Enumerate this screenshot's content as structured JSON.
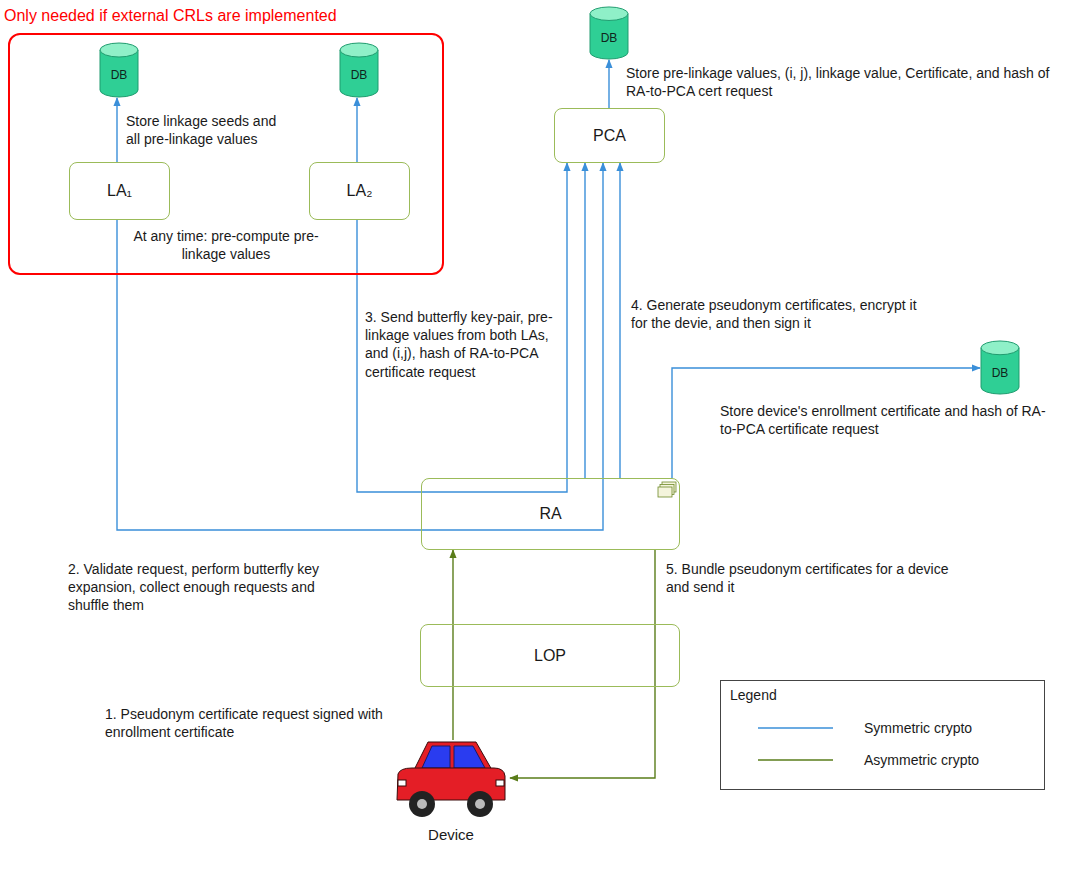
{
  "diagram": {
    "nodes": [
      {
        "text": [
          "Only needed if external CRLs are implemented",
          "At any time: pre-compute pre-linkage values"
        ]
      },
      {
        "text": [
          "DB"
        ],
        "in": 0
      },
      {
        "text": [
          "DB"
        ],
        "in": 0
      },
      {
        "text": [
          "LA₁"
        ],
        "in": 0
      },
      {
        "text": [
          "LA₂"
        ],
        "in": 0
      },
      {
        "text": [
          "DB"
        ]
      },
      {
        "text": [
          "PCA"
        ]
      },
      {
        "text": [
          "DB"
        ]
      },
      {
        "text": [
          "RA"
        ]
      },
      {
        "text": [
          "LOP"
        ]
      },
      {
        "text": [
          "Device"
        ]
      }
    ],
    "edges": [
      {
        "from": 3,
        "to": 1,
        "arrow": "to",
        "label": "Store linkage seeds and all pre-linkage values"
      },
      {
        "from": 4,
        "to": 2,
        "arrow": "to"
      },
      {
        "from": 6,
        "to": 5,
        "arrow": "to",
        "label": "Store pre-linkage values, (i, j), linkage value, Certificate, and hash of RA-to-PCA cert request"
      },
      {
        "from": 3,
        "to": 6,
        "arrow": "to"
      },
      {
        "from": 4,
        "to": 6,
        "arrow": "to"
      },
      {
        "from": 8,
        "to": 6,
        "arrow": "to",
        "label": "3. Send butterfly key-pair, pre-linkage values from both LAs, and (i,j), hash of RA-to-PCA certificate request"
      },
      {
        "from": 8,
        "to": 6,
        "arrow": "to",
        "label": "4. Generate pseudonym certificates, encrypt it for the devie, and then sign it"
      },
      {
        "from": 8,
        "to": 7,
        "arrow": "to",
        "label": "Store device's enrollment certificate and hash of RA- to-PCA certificate request"
      },
      {
        "from": 10,
        "to": 8,
        "arrow": "to",
        "label": "1. Pseudonym certificate request signed with enrollment certificate"
      },
      {
        "from": 8,
        "to": 10,
        "arrow": "to",
        "label": "5. Bundle pseudonym certificates for a device and send it"
      }
    ],
    "labels": [
      "2. Validate request, perform butterfly key expansion, collect enough requests and shuffle them",
      "Legend"
    ],
    "legend": [
      {
        "text": "Symmetric crypto"
      },
      {
        "text": "Asymmetric crypto"
      }
    ]
  }
}
